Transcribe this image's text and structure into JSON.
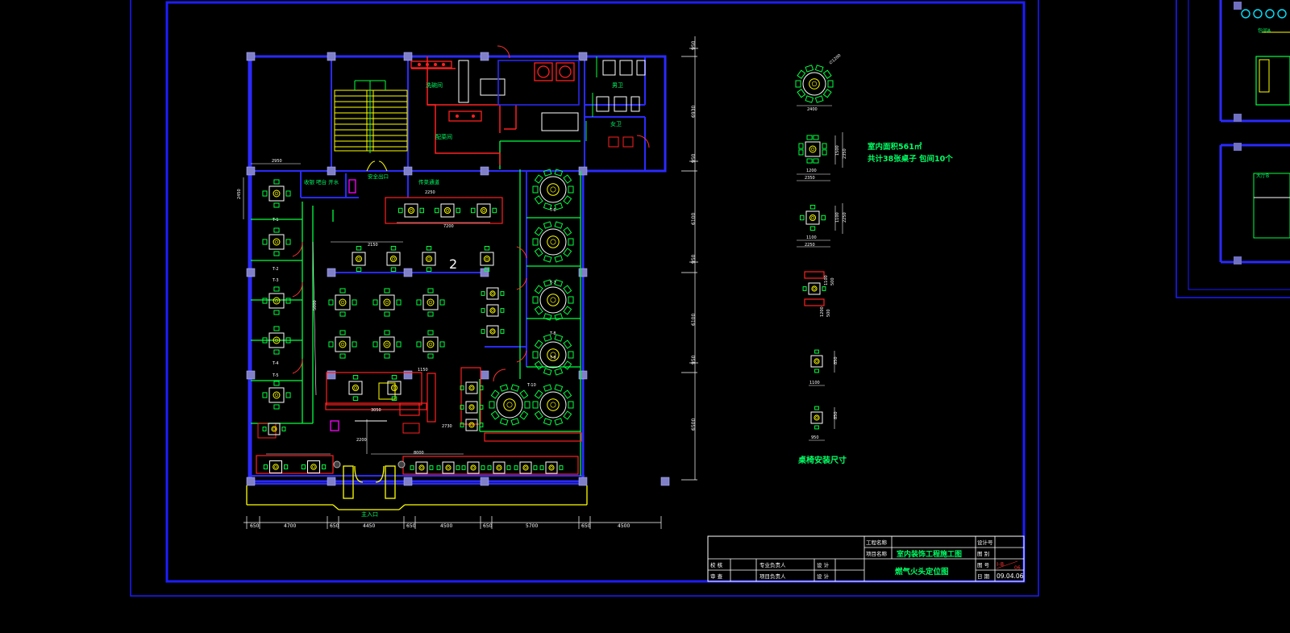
{
  "drawing": {
    "rooms": {
      "wash_room": "洗碗间",
      "kitchen": "配菜间",
      "male_wc": "男卫",
      "female_wc": "女卫",
      "cashier": "收银 吧台 开水",
      "safety_exit": "安全出口",
      "pass_window": "传菜通道",
      "entrance": "主入口"
    },
    "table_labels": [
      "T-1",
      "T-2",
      "T-3",
      "T-4",
      "T-5",
      "T-6",
      "T-7",
      "T-8",
      "T-9",
      "T-10"
    ],
    "numeral_label": "2",
    "vertical_dims": [
      "950",
      "6930",
      "950",
      "6100",
      "950",
      "6100",
      "950",
      "6500"
    ],
    "horizontal_dims": [
      "650",
      "4700",
      "650",
      "4450",
      "650",
      "4500",
      "650",
      "5700",
      "650",
      "4500"
    ],
    "inner_dims": {
      "d2950": "2950",
      "d2450": "2450",
      "d7200": "7200",
      "d2150": "2150",
      "d5000": "5000",
      "d2730": "2730",
      "d1150": "1150",
      "d2250": "2250",
      "d8000": "8000",
      "d3050": "3050",
      "d2200": "2200"
    },
    "legend": {
      "round_dim": "2400",
      "round_r": "∅1200",
      "t4_w1": "1200",
      "t4_w2": "2350",
      "t4_h1": "1500",
      "t4_h2": "2350",
      "t2_w1": "1100",
      "t2_w2": "2250",
      "t2_h1": "1100",
      "t2_h2": "2250",
      "booth_h1": "1100",
      "booth_h2": "500",
      "booth_w": "1200",
      "booth_d": "500",
      "small_w": "1100",
      "small_h": "850",
      "small2_w": "950",
      "small2_h": "850",
      "caption": "桌椅安装尺寸"
    },
    "notes": {
      "area": "室内面积561㎡",
      "tables": "共计38张桌子   包间10个"
    },
    "title_block": {
      "project_label": "工程名称",
      "item_label": "项目名称",
      "project_name": "室内装饰工程施工图",
      "drawing_name": "燃气火头定位图",
      "proofread": "校 核",
      "review": "审 查",
      "prof_lead": "专业负责人",
      "proj_lead": "项目负责人",
      "design1": "设 计",
      "design2": "设 计",
      "design_no_label": "设计号",
      "sheet_label": "图 别",
      "number_label": "图 号",
      "date_label": "日 期",
      "number_value": "I-8",
      "number_value2": "06",
      "date_value": "09.04.06"
    },
    "right_panel": {
      "label1": "包间A",
      "label2": "大厅B"
    }
  }
}
